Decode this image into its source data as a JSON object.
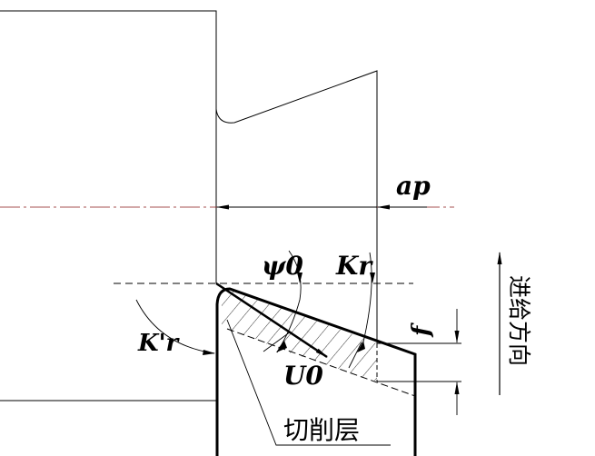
{
  "labels": {
    "depth_of_cut": "ap",
    "psi": "ψ0",
    "kappa_r": "Kr",
    "kappa_r_prime": "K'r",
    "u0": "U0",
    "feed": "f",
    "cutting_layer": "切削层",
    "feed_direction": "进给方向"
  },
  "colors": {
    "line": "#000000",
    "centerline": "#8b1a1a"
  }
}
